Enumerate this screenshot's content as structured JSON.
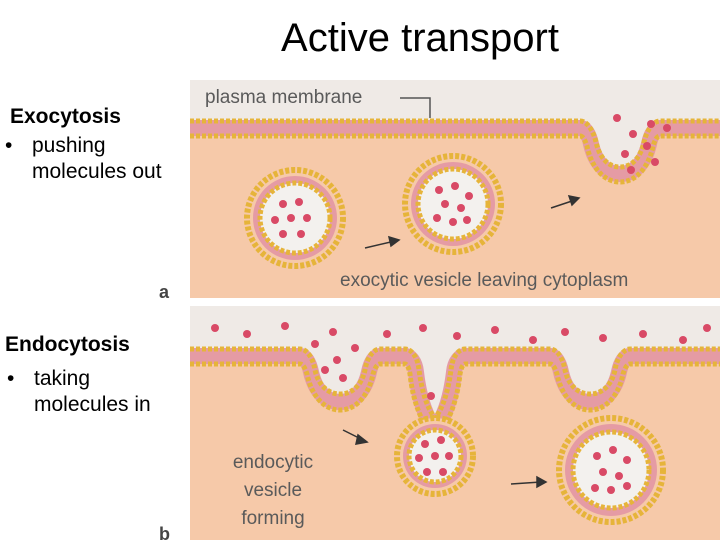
{
  "slide": {
    "title": "Active transport"
  },
  "exocytosis": {
    "heading": "Exocytosis",
    "bullet_symbol": "•",
    "bullet_lines": [
      "pushing",
      "molecules out"
    ]
  },
  "endocytosis": {
    "heading": "Endocytosis",
    "bullet_symbol": "•",
    "bullet_lines": [
      "taking",
      "molecules in"
    ]
  },
  "figure": {
    "panel_a": {
      "letter": "a",
      "membrane_label": "plasma membrane",
      "caption": "exocytic vesicle leaving cytoplasm"
    },
    "panel_b": {
      "letter": "b",
      "caption_lines": [
        "endocytic",
        "vesicle",
        "forming"
      ]
    },
    "colors": {
      "cytoplasm": "#f6c9a9",
      "exterior": "#efeae6",
      "lipid_head": "#e6b43a",
      "lipid_tail": "#e59ba4",
      "molecule": "#d94a66",
      "vesicle_lumen": "#f3f1ee"
    },
    "icons": [
      "arrow-icon"
    ]
  }
}
